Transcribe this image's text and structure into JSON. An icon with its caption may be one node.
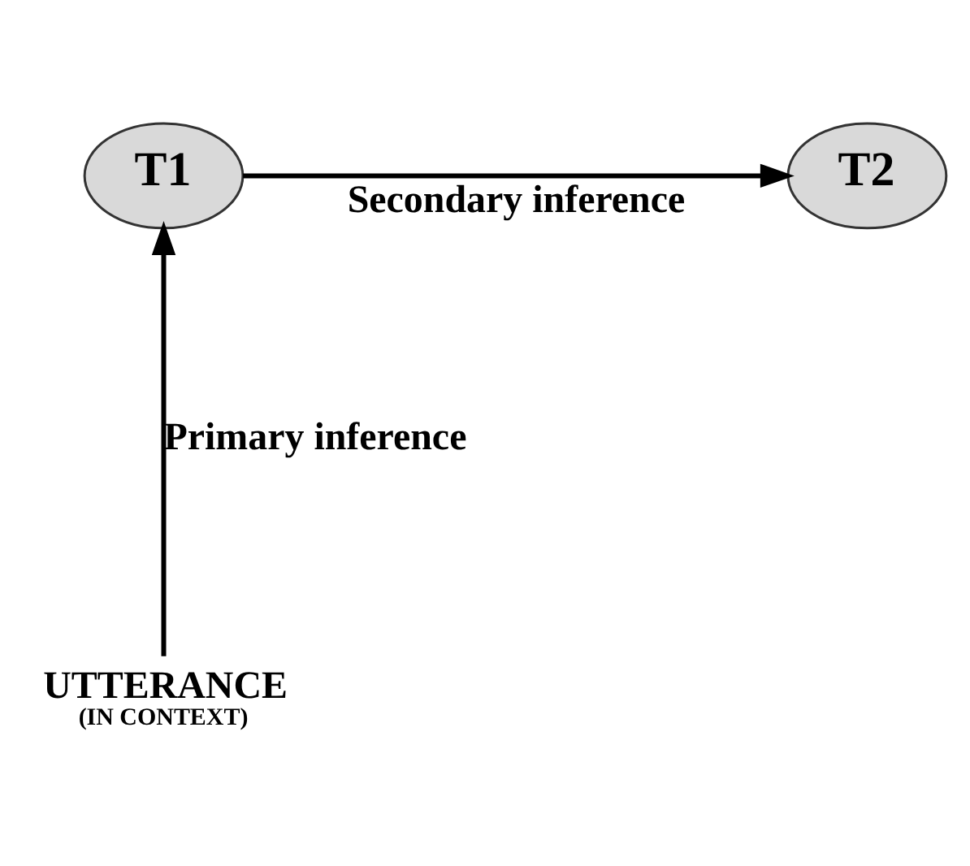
{
  "diagram": {
    "nodes": [
      {
        "text": [
          "T1"
        ]
      },
      {
        "text": [
          "T2"
        ]
      },
      {
        "text": [
          "UTTERANCE",
          "(IN CONTEXT)"
        ]
      }
    ],
    "edges": [
      {
        "from": 2,
        "to": 0,
        "arrow": "to",
        "label": "Primary inference"
      },
      {
        "from": 0,
        "to": 1,
        "arrow": "to",
        "label": "Secondary inference"
      }
    ]
  }
}
